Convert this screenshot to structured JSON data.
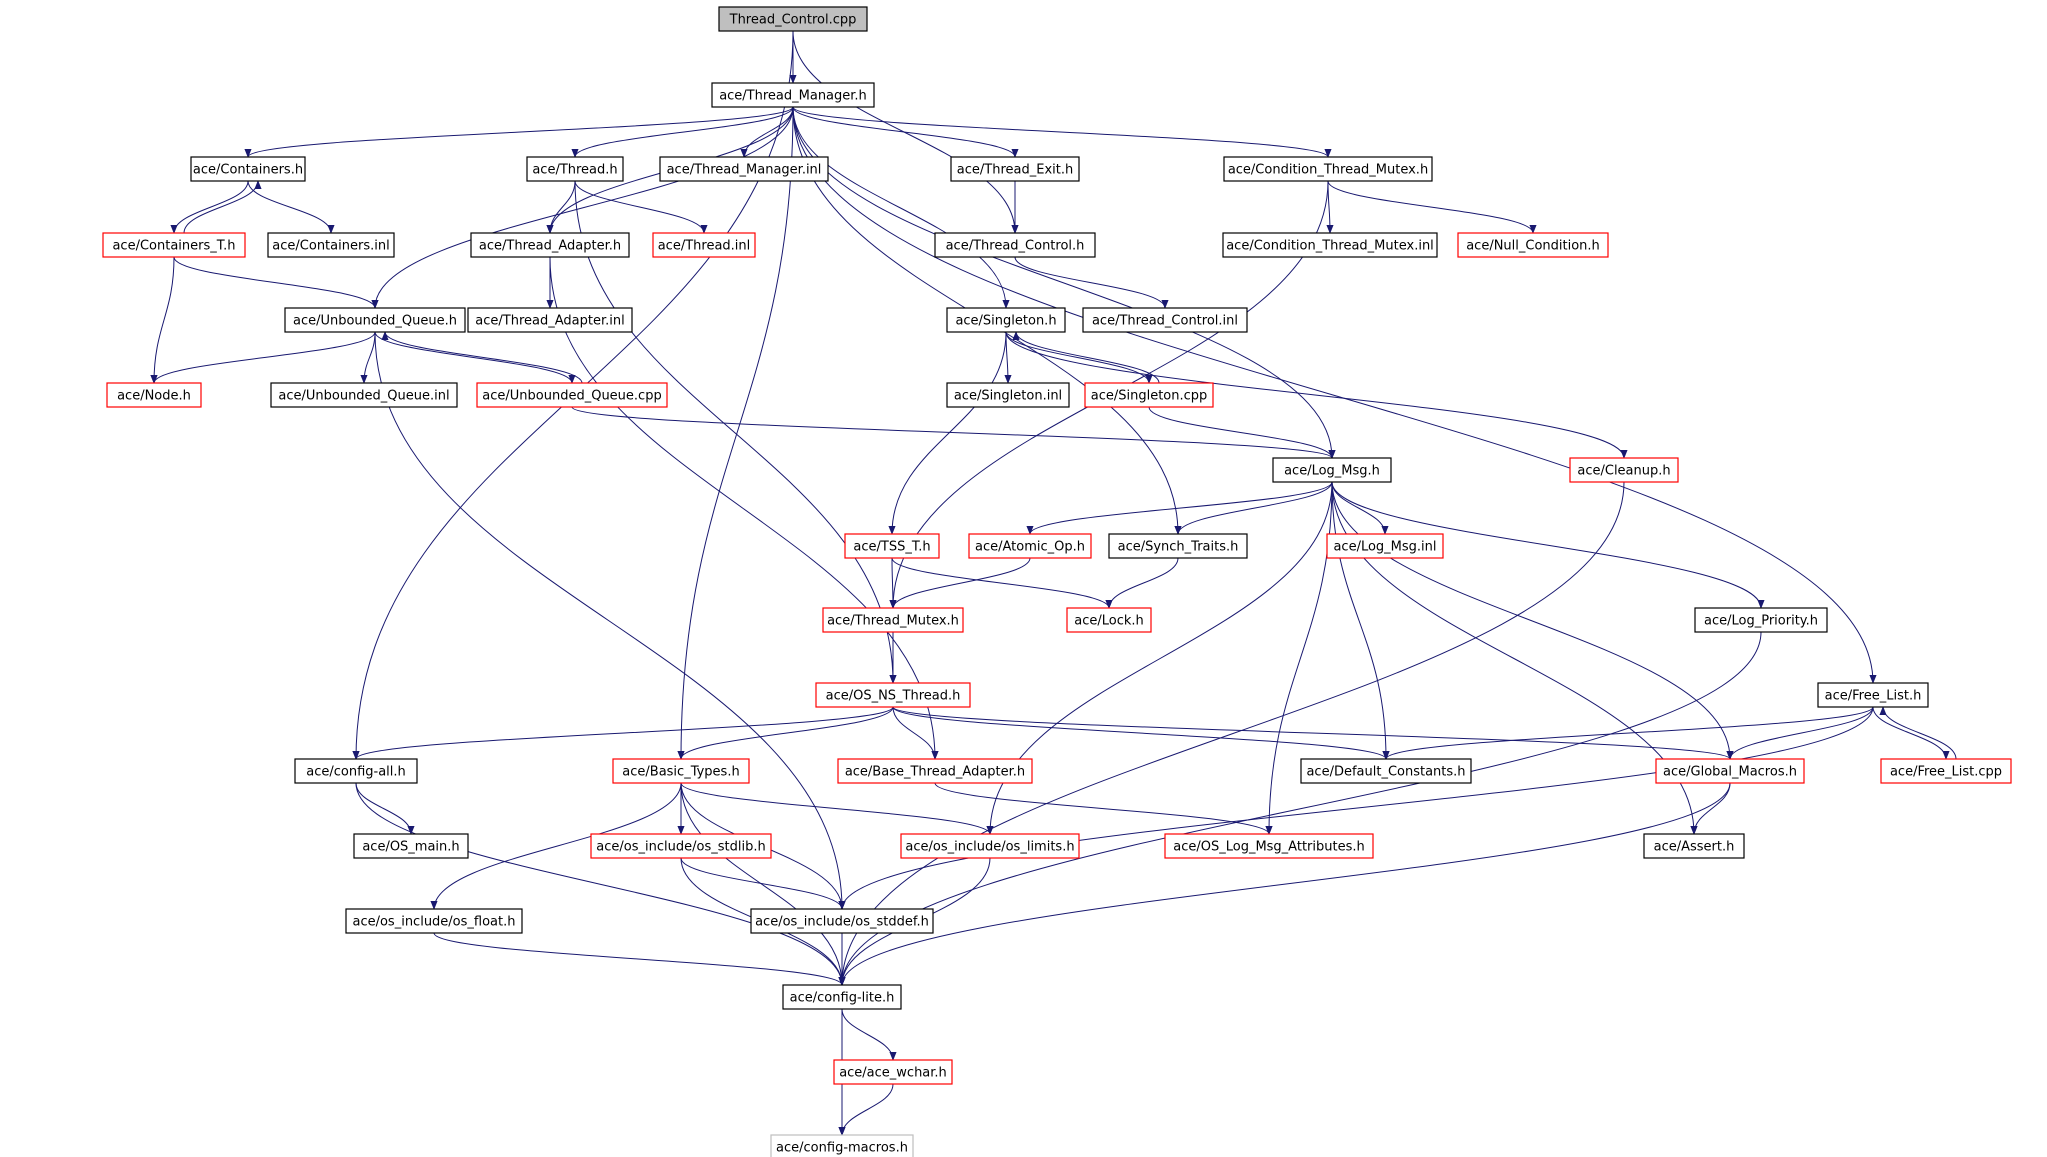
{
  "colors": {
    "edge": "#191970",
    "border_default": "#000000",
    "border_red": "#ff0000",
    "border_gray": "#bfbfbf",
    "root_fill": "#bfbfbf",
    "text": "#000000"
  },
  "nodes": {
    "n_thread_control_cpp": {
      "label": "Thread_Control.cpp",
      "style": "root"
    },
    "n_thread_manager_h": {
      "label": "ace/Thread_Manager.h",
      "style": "default"
    },
    "n_containers_h": {
      "label": "ace/Containers.h",
      "style": "default"
    },
    "n_thread_h": {
      "label": "ace/Thread.h",
      "style": "default"
    },
    "n_thread_manager_inl": {
      "label": "ace/Thread_Manager.inl",
      "style": "default"
    },
    "n_thread_exit_h": {
      "label": "ace/Thread_Exit.h",
      "style": "default"
    },
    "n_condition_thread_mutex_h": {
      "label": "ace/Condition_Thread_Mutex.h",
      "style": "default"
    },
    "n_containers_t_h": {
      "label": "ace/Containers_T.h",
      "style": "red"
    },
    "n_containers_inl": {
      "label": "ace/Containers.inl",
      "style": "default"
    },
    "n_thread_adapter_h": {
      "label": "ace/Thread_Adapter.h",
      "style": "default"
    },
    "n_thread_inl": {
      "label": "ace/Thread.inl",
      "style": "red"
    },
    "n_thread_control_h": {
      "label": "ace/Thread_Control.h",
      "style": "default"
    },
    "n_condition_thread_mutex_inl": {
      "label": "ace/Condition_Thread_Mutex.inl",
      "style": "default"
    },
    "n_null_condition_h": {
      "label": "ace/Null_Condition.h",
      "style": "red"
    },
    "n_unbounded_queue_h": {
      "label": "ace/Unbounded_Queue.h",
      "style": "default"
    },
    "n_thread_adapter_inl": {
      "label": "ace/Thread_Adapter.inl",
      "style": "default"
    },
    "n_singleton_h": {
      "label": "ace/Singleton.h",
      "style": "default"
    },
    "n_thread_control_inl": {
      "label": "ace/Thread_Control.inl",
      "style": "default"
    },
    "n_node_h": {
      "label": "ace/Node.h",
      "style": "red"
    },
    "n_unbounded_queue_inl": {
      "label": "ace/Unbounded_Queue.inl",
      "style": "default"
    },
    "n_unbounded_queue_cpp": {
      "label": "ace/Unbounded_Queue.cpp",
      "style": "red"
    },
    "n_singleton_inl": {
      "label": "ace/Singleton.inl",
      "style": "default"
    },
    "n_singleton_cpp": {
      "label": "ace/Singleton.cpp",
      "style": "red"
    },
    "n_log_msg_h": {
      "label": "ace/Log_Msg.h",
      "style": "default"
    },
    "n_cleanup_h": {
      "label": "ace/Cleanup.h",
      "style": "red"
    },
    "n_tss_t_h": {
      "label": "ace/TSS_T.h",
      "style": "red"
    },
    "n_atomic_op_h": {
      "label": "ace/Atomic_Op.h",
      "style": "red"
    },
    "n_synch_traits_h": {
      "label": "ace/Synch_Traits.h",
      "style": "default"
    },
    "n_log_msg_inl": {
      "label": "ace/Log_Msg.inl",
      "style": "red"
    },
    "n_thread_mutex_h": {
      "label": "ace/Thread_Mutex.h",
      "style": "red"
    },
    "n_lock_h": {
      "label": "ace/Lock.h",
      "style": "red"
    },
    "n_log_priority_h": {
      "label": "ace/Log_Priority.h",
      "style": "default"
    },
    "n_os_ns_thread_h": {
      "label": "ace/OS_NS_Thread.h",
      "style": "red"
    },
    "n_free_list_h": {
      "label": "ace/Free_List.h",
      "style": "default"
    },
    "n_config_all_h": {
      "label": "ace/config-all.h",
      "style": "default"
    },
    "n_basic_types_h": {
      "label": "ace/Basic_Types.h",
      "style": "red"
    },
    "n_base_thread_adapter_h": {
      "label": "ace/Base_Thread_Adapter.h",
      "style": "red"
    },
    "n_default_constants_h": {
      "label": "ace/Default_Constants.h",
      "style": "default"
    },
    "n_global_macros_h": {
      "label": "ace/Global_Macros.h",
      "style": "red"
    },
    "n_free_list_cpp": {
      "label": "ace/Free_List.cpp",
      "style": "red"
    },
    "n_os_main_h": {
      "label": "ace/OS_main.h",
      "style": "default"
    },
    "n_os_stdlib_h": {
      "label": "ace/os_include/os_stdlib.h",
      "style": "red"
    },
    "n_os_limits_h": {
      "label": "ace/os_include/os_limits.h",
      "style": "red"
    },
    "n_os_log_msg_attributes_h": {
      "label": "ace/OS_Log_Msg_Attributes.h",
      "style": "red"
    },
    "n_assert_h": {
      "label": "ace/Assert.h",
      "style": "default"
    },
    "n_os_float_h": {
      "label": "ace/os_include/os_float.h",
      "style": "default"
    },
    "n_os_stddef_h": {
      "label": "ace/os_include/os_stddef.h",
      "style": "default"
    },
    "n_config_lite_h": {
      "label": "ace/config-lite.h",
      "style": "default"
    },
    "n_ace_wchar_h": {
      "label": "ace/ace_wchar.h",
      "style": "red"
    },
    "n_config_macros_h": {
      "label": "ace/config-macros.h",
      "style": "gray"
    }
  },
  "edges": [
    [
      "n_thread_control_cpp",
      "n_thread_manager_h"
    ],
    [
      "n_thread_control_cpp",
      "n_thread_control_h"
    ],
    [
      "n_thread_control_cpp",
      "n_config_all_h"
    ],
    [
      "n_thread_manager_h",
      "n_containers_h"
    ],
    [
      "n_thread_manager_h",
      "n_thread_h"
    ],
    [
      "n_thread_manager_h",
      "n_thread_manager_inl"
    ],
    [
      "n_thread_manager_h",
      "n_thread_exit_h"
    ],
    [
      "n_thread_manager_h",
      "n_condition_thread_mutex_h"
    ],
    [
      "n_thread_manager_h",
      "n_thread_adapter_h"
    ],
    [
      "n_thread_manager_h",
      "n_unbounded_queue_h"
    ],
    [
      "n_thread_manager_h",
      "n_singleton_h"
    ],
    [
      "n_thread_manager_h",
      "n_log_msg_h"
    ],
    [
      "n_thread_manager_h",
      "n_synch_traits_h"
    ],
    [
      "n_thread_manager_h",
      "n_free_list_h"
    ],
    [
      "n_thread_manager_h",
      "n_basic_types_h"
    ],
    [
      "n_containers_h",
      "n_containers_t_h"
    ],
    [
      "n_containers_h",
      "n_containers_inl"
    ],
    [
      "n_containers_t_h",
      "n_containers_h"
    ],
    [
      "n_containers_t_h",
      "n_node_h"
    ],
    [
      "n_containers_t_h",
      "n_unbounded_queue_h"
    ],
    [
      "n_thread_h",
      "n_thread_adapter_h"
    ],
    [
      "n_thread_h",
      "n_thread_inl"
    ],
    [
      "n_thread_h",
      "n_os_ns_thread_h"
    ],
    [
      "n_thread_exit_h",
      "n_thread_control_h"
    ],
    [
      "n_condition_thread_mutex_h",
      "n_condition_thread_mutex_inl"
    ],
    [
      "n_condition_thread_mutex_h",
      "n_null_condition_h"
    ],
    [
      "n_condition_thread_mutex_h",
      "n_thread_mutex_h"
    ],
    [
      "n_thread_adapter_h",
      "n_thread_adapter_inl"
    ],
    [
      "n_thread_adapter_h",
      "n_base_thread_adapter_h"
    ],
    [
      "n_thread_control_h",
      "n_thread_control_inl"
    ],
    [
      "n_unbounded_queue_h",
      "n_node_h"
    ],
    [
      "n_unbounded_queue_h",
      "n_unbounded_queue_inl"
    ],
    [
      "n_unbounded_queue_h",
      "n_unbounded_queue_cpp"
    ],
    [
      "n_unbounded_queue_h",
      "n_os_stddef_h"
    ],
    [
      "n_unbounded_queue_cpp",
      "n_unbounded_queue_h"
    ],
    [
      "n_unbounded_queue_cpp",
      "n_log_msg_h"
    ],
    [
      "n_singleton_h",
      "n_singleton_inl"
    ],
    [
      "n_singleton_h",
      "n_singleton_cpp"
    ],
    [
      "n_singleton_h",
      "n_tss_t_h"
    ],
    [
      "n_singleton_h",
      "n_cleanup_h"
    ],
    [
      "n_singleton_cpp",
      "n_singleton_h"
    ],
    [
      "n_singleton_cpp",
      "n_log_msg_h"
    ],
    [
      "n_log_msg_h",
      "n_atomic_op_h"
    ],
    [
      "n_log_msg_h",
      "n_synch_traits_h"
    ],
    [
      "n_log_msg_h",
      "n_log_msg_inl"
    ],
    [
      "n_log_msg_h",
      "n_log_priority_h"
    ],
    [
      "n_log_msg_h",
      "n_default_constants_h"
    ],
    [
      "n_log_msg_h",
      "n_global_macros_h"
    ],
    [
      "n_log_msg_h",
      "n_assert_h"
    ],
    [
      "n_log_msg_h",
      "n_os_log_msg_attributes_h"
    ],
    [
      "n_log_msg_h",
      "n_os_limits_h"
    ],
    [
      "n_tss_t_h",
      "n_thread_mutex_h"
    ],
    [
      "n_tss_t_h",
      "n_lock_h"
    ],
    [
      "n_atomic_op_h",
      "n_thread_mutex_h"
    ],
    [
      "n_synch_traits_h",
      "n_lock_h"
    ],
    [
      "n_thread_mutex_h",
      "n_os_ns_thread_h"
    ],
    [
      "n_os_ns_thread_h",
      "n_config_all_h"
    ],
    [
      "n_os_ns_thread_h",
      "n_basic_types_h"
    ],
    [
      "n_os_ns_thread_h",
      "n_base_thread_adapter_h"
    ],
    [
      "n_os_ns_thread_h",
      "n_default_constants_h"
    ],
    [
      "n_os_ns_thread_h",
      "n_global_macros_h"
    ],
    [
      "n_free_list_h",
      "n_global_macros_h"
    ],
    [
      "n_free_list_h",
      "n_free_list_cpp"
    ],
    [
      "n_free_list_h",
      "n_default_constants_h"
    ],
    [
      "n_free_list_h",
      "n_os_stddef_h"
    ],
    [
      "n_free_list_cpp",
      "n_free_list_h"
    ],
    [
      "n_config_all_h",
      "n_os_main_h"
    ],
    [
      "n_config_all_h",
      "n_config_lite_h"
    ],
    [
      "n_basic_types_h",
      "n_os_stdlib_h"
    ],
    [
      "n_basic_types_h",
      "n_os_limits_h"
    ],
    [
      "n_basic_types_h",
      "n_os_float_h"
    ],
    [
      "n_basic_types_h",
      "n_os_stddef_h"
    ],
    [
      "n_basic_types_h",
      "n_config_lite_h"
    ],
    [
      "n_base_thread_adapter_h",
      "n_os_log_msg_attributes_h"
    ],
    [
      "n_global_macros_h",
      "n_assert_h"
    ],
    [
      "n_global_macros_h",
      "n_config_lite_h"
    ],
    [
      "n_os_stdlib_h",
      "n_os_stddef_h"
    ],
    [
      "n_os_stdlib_h",
      "n_config_lite_h"
    ],
    [
      "n_os_limits_h",
      "n_config_lite_h"
    ],
    [
      "n_os_float_h",
      "n_config_lite_h"
    ],
    [
      "n_os_stddef_h",
      "n_config_lite_h"
    ],
    [
      "n_cleanup_h",
      "n_config_lite_h"
    ],
    [
      "n_log_priority_h",
      "n_config_lite_h"
    ],
    [
      "n_config_lite_h",
      "n_ace_wchar_h"
    ],
    [
      "n_config_lite_h",
      "n_config_macros_h"
    ],
    [
      "n_ace_wchar_h",
      "n_config_macros_h"
    ]
  ]
}
